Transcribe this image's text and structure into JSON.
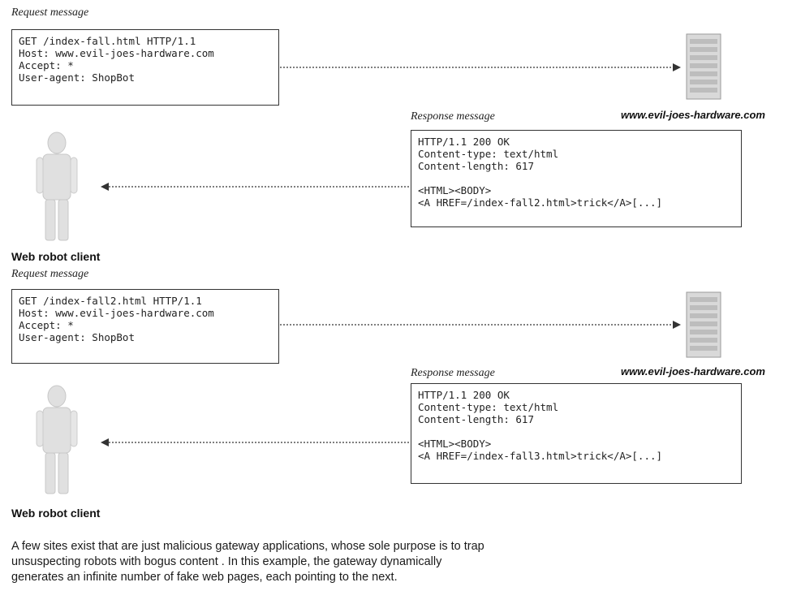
{
  "panels": [
    {
      "request_label": "Request message",
      "request_lines": [
        "GET /index-fall.html HTTP/1.1",
        "Host: www.evil-joes-hardware.com",
        "Accept: *",
        "User-agent: ShopBot"
      ],
      "server_label": "www.evil-joes-hardware.com",
      "response_label": "Response message",
      "response_lines": [
        "HTTP/1.1 200 OK",
        "Content-type: text/html",
        "Content-length: 617"
      ],
      "response_body_lines": [
        "<HTML><BODY>",
        "<A HREF=/index-fall2.html>trick</A>[...]"
      ],
      "client_label": "Web robot client"
    },
    {
      "request_label": "Request message",
      "request_lines": [
        "GET /index-fall2.html HTTP/1.1",
        "Host: www.evil-joes-hardware.com",
        "Accept: *",
        "User-agent: ShopBot"
      ],
      "server_label": "www.evil-joes-hardware.com",
      "response_label": "Response message",
      "response_lines": [
        "HTTP/1.1 200 OK",
        "Content-type: text/html",
        "Content-length: 617"
      ],
      "response_body_lines": [
        "<HTML><BODY>",
        "<A HREF=/index-fall3.html>trick</A>[...]"
      ],
      "client_label": "Web robot client"
    }
  ],
  "caption_lines": [
    "A few sites exist that are just malicious gateway applications, whose sole purpose is to trap",
    "unsuspecting robots with bogus content . In this example,  the gateway dynamically",
    "generates an infinite number of fake web pages, each pointing to the next."
  ]
}
